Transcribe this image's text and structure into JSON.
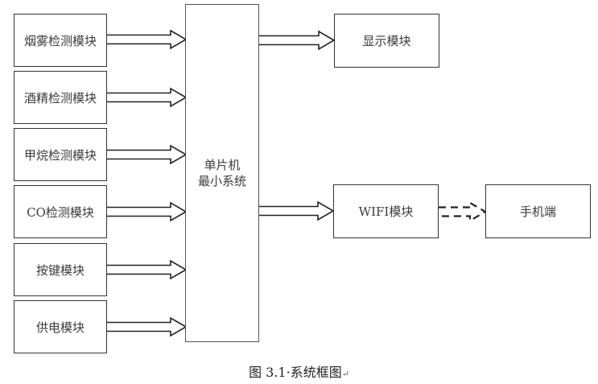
{
  "diagram": {
    "inputs": [
      {
        "label": "烟雾检测模块"
      },
      {
        "label": "酒精检测模块"
      },
      {
        "label": "甲烷检测模块"
      },
      {
        "label": "CO检测模块"
      },
      {
        "label": "按键模块"
      },
      {
        "label": "供电模块"
      }
    ],
    "core": {
      "line1": "单片机",
      "line2": "最小系统"
    },
    "outputs": [
      {
        "label": "显示模块"
      },
      {
        "label": "WIFI模块"
      }
    ],
    "remote": {
      "label": "手机端",
      "link": "wireless (dashed)"
    },
    "caption": "图 3.1·系统框图",
    "caption_mark": "↵"
  }
}
